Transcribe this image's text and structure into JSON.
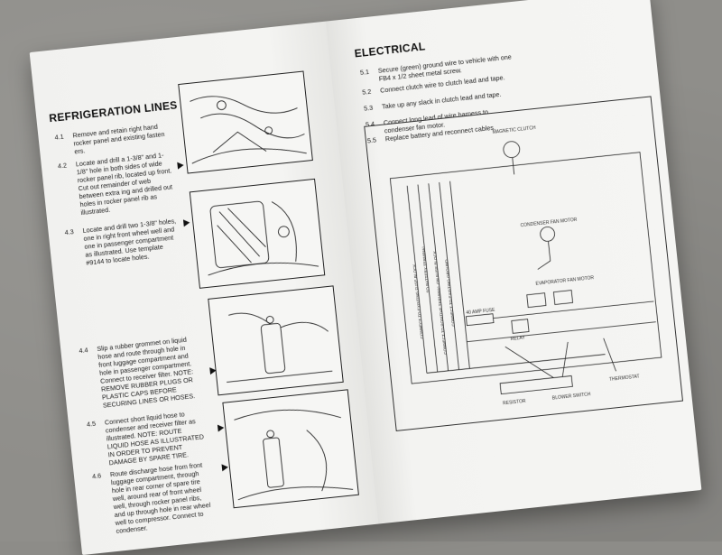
{
  "left_page": {
    "title": "REFRIGERATION LINES",
    "steps": [
      {
        "num": "4.1",
        "text": "Remove and retain right hand rocker panel and existing fasten ers."
      },
      {
        "num": "4.2",
        "text": "Locate and drill a 1-3/8\" and 1-1/8\" hole in both sides of wide rocker panel rib, located up front. Cut out remainder of web between extra ing and drilled out holes in rocker panel rib as illustrated."
      },
      {
        "num": "4.3",
        "text": "Locate and drill two 1-3/8\" holes, one in right front wheel well and one in passenger compartment as illustrated. Use template #9144 to locate holes."
      },
      {
        "num": "4.4",
        "text": "Slip a rubber grommet on liquid hose and route through hole in front luggage compartment and hole in passenger compartment. Connect to receiver filter. NOTE: REMOVE RUBBER PLUGS OR PLASTIC CAPS BEFORE SECURING LINES OR HOSES."
      },
      {
        "num": "4.5",
        "text": "Connect short liquid hose to condenser and receiver filter as illustrated. NOTE: ROUTE LIQUID HOSE AS ILLUSTRATED IN ORDER TO PREVENT DAMAGE BY SPARE TIRE."
      },
      {
        "num": "4.6",
        "text": "Route discharge hose from front luggage compartment, through hole in rear corner of spare tire well, around rear of front wheel well, through rocker panel ribs, and up through hole in rear wheel well to compressor. Connect to condenser."
      }
    ]
  },
  "right_page": {
    "title": "ELECTRICAL",
    "steps": [
      {
        "num": "5.1",
        "text": "Secure (green) ground wire to vehicle with one FB4 x 1/2 sheet metal screw."
      },
      {
        "num": "5.2",
        "text": "Connect clutch wire to clutch lead and tape."
      },
      {
        "num": "5.3",
        "text": "Take up any slack in clutch lead and tape."
      },
      {
        "num": "5.4",
        "text": "Connect long lead of wire harness to condenser fan motor."
      },
      {
        "num": "5.5",
        "text": "Replace battery and reconnect cables."
      }
    ],
    "diagram": {
      "magnetic_clutch": "MAGNETIC CLUTCH",
      "condenser_fan_motor": "CONDENSER FAN MOTOR",
      "evaporator_fan_motor": "EVAPORATOR FAN MOTOR",
      "fuse": "40 AMP FUSE",
      "relay": "RELAY",
      "thermostat": "THERMOSTAT",
      "resistor": "RESISTOR",
      "blower_switch": "BLOWER SWITCH",
      "wire_labels": [
        "CONNECT TO EXISTING FUSE BLOCK",
        "TO BATTERY TERMINAL",
        "CONNECT TO POSITIVE TERMINAL ON FUSE BLOCK",
        "CONNECT TO EXISTING GROUND"
      ]
    }
  },
  "colors": {
    "countertop": "#8f8e8a",
    "paper": "#f3f3f1",
    "ink": "#1a1a1a"
  }
}
